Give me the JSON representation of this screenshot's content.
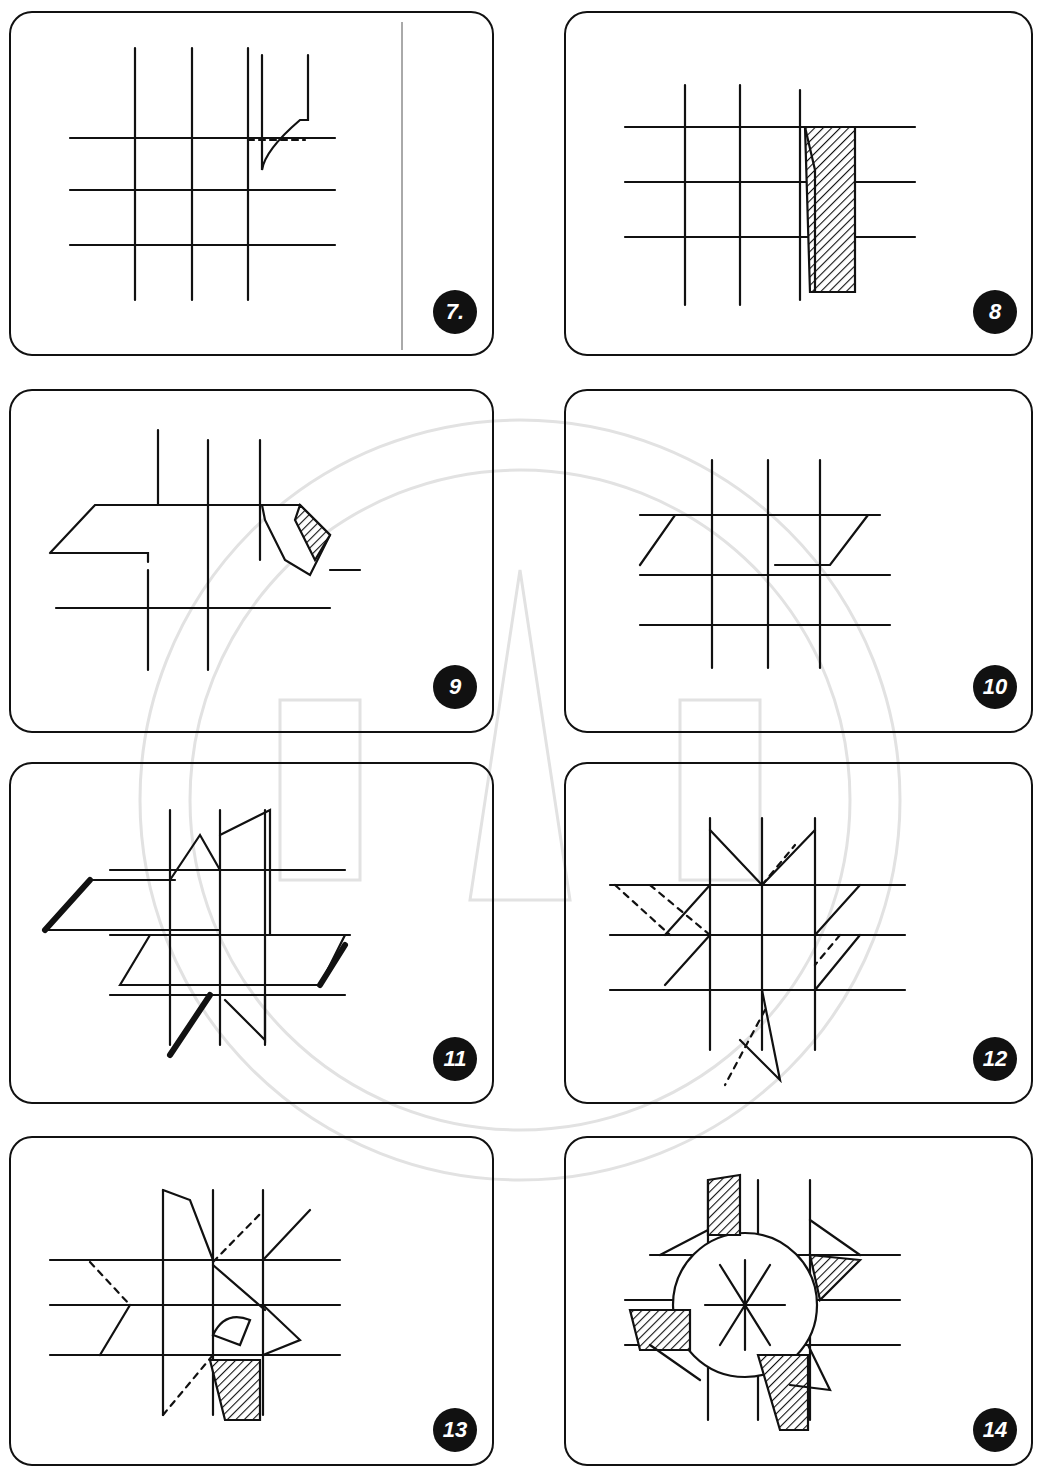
{
  "diagram": {
    "labels": [
      "7.",
      "8",
      "9",
      "10",
      "11",
      "12",
      "13",
      "14"
    ]
  }
}
